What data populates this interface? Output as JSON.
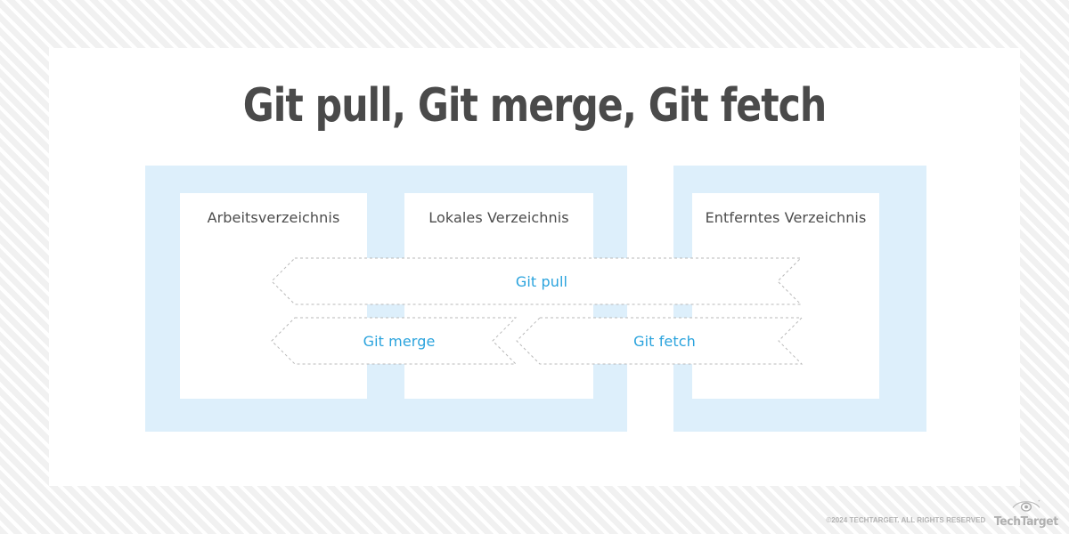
{
  "title": "Git pull, Git merge, Git fetch",
  "colors": {
    "title_text": "#4a4a4a",
    "panel_blue": "#ddeffb",
    "arrow_text": "#2aa3dd",
    "arrow_border": "#b9b9b9",
    "box_label_text": "#4c4c4c",
    "footer_text": "#b3b3b3",
    "stripe": "#f1f1f1",
    "card_background": "#ffffff"
  },
  "diagram": {
    "panels": [
      {
        "id": "local-group",
        "name": "local-group-panel"
      },
      {
        "id": "remote-group",
        "name": "remote-group-panel"
      }
    ],
    "boxes": [
      {
        "id": "working",
        "label": "Arbeitsverzeichnis"
      },
      {
        "id": "local",
        "label": "Lokales Verzeichnis"
      },
      {
        "id": "remote",
        "label": "Entferntes Verzeichnis"
      }
    ],
    "arrows": [
      {
        "id": "pull",
        "label": "Git pull",
        "direction": "left",
        "from": "remote",
        "to": "working"
      },
      {
        "id": "merge",
        "label": "Git merge",
        "direction": "left",
        "from": "local",
        "to": "working"
      },
      {
        "id": "fetch",
        "label": "Git fetch",
        "direction": "left",
        "from": "remote",
        "to": "local"
      }
    ]
  },
  "footer": {
    "copyright": "©2024 TECHTARGET. ALL RIGHTS RESERVED",
    "logo_wordmark": "TechTarget",
    "logo_icon": "eye-icon"
  }
}
